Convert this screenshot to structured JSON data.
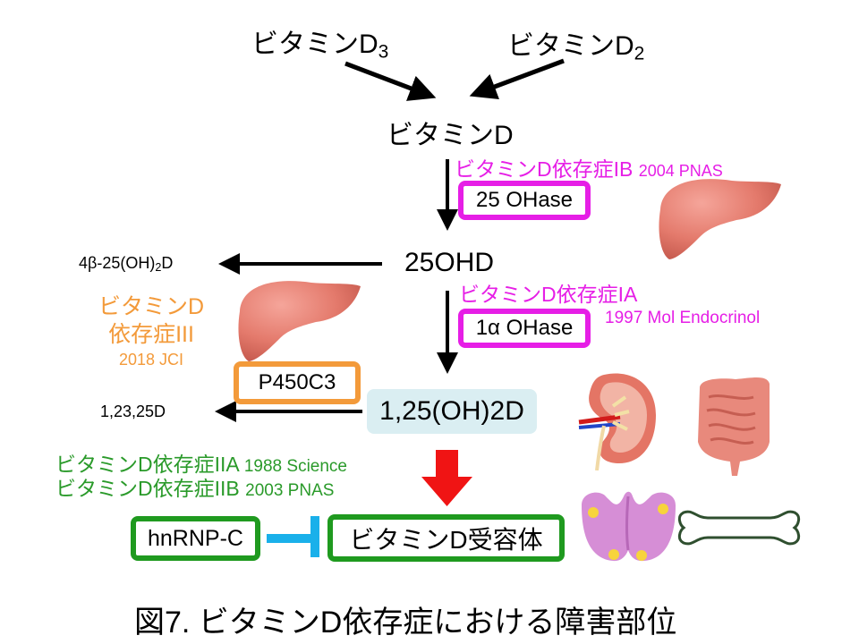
{
  "diagram": {
    "caption": "図7. ビタミンD依存症における障害部位",
    "nodes": {
      "vitd3": {
        "label": "ビタミンD",
        "sub": "3"
      },
      "vitd2": {
        "label": "ビタミンD",
        "sub": "2"
      },
      "vitd": {
        "label": "ビタミンD"
      },
      "ohd25": {
        "label": "25OHD"
      },
      "oh2d125": {
        "label": "1,25(OH)2D"
      },
      "beta": {
        "pre": "4β-25(OH)",
        "sub": "2",
        "post": "D"
      },
      "d12325": {
        "label": "1,23,25D"
      },
      "receptor": {
        "label": "ビタミンD受容体"
      },
      "hnrnpc": {
        "label": "hnRNP-C"
      }
    },
    "enzymes": {
      "oh25ase": {
        "label": "25 OHase"
      },
      "oh1aase": {
        "label": "1α OHase"
      },
      "p450c3": {
        "label": "P450C3"
      }
    },
    "annotations": {
      "ib": {
        "name": "ビタミンD依存症IB",
        "ref": "2004 PNAS",
        "color": "#e61ee6"
      },
      "ia": {
        "name": "ビタミンD依存症IA",
        "ref": "1997 Mol Endocrinol",
        "color": "#e61ee6"
      },
      "iii": {
        "line1": "ビタミンD",
        "line2": "依存症III",
        "ref": "2018 JCI",
        "color": "#f39a3a"
      },
      "iia": {
        "name": "ビタミンD依存症IIA",
        "ref": "1988 Science",
        "color": "#2a9a2a"
      },
      "iib": {
        "name": "ビタミンD依存症IIB",
        "ref": "2003 PNAS",
        "color": "#2a9a2a"
      }
    },
    "organs": [
      "liver-icon",
      "liver-icon",
      "kidney-icon",
      "intestine-icon",
      "parathyroid-icon",
      "bone-icon"
    ],
    "colors": {
      "magenta": "#e61ee6",
      "orange": "#f39a3a",
      "green": "#1f9a1f",
      "cyan_bg": "#daeef2",
      "red_arrow": "#f01414",
      "inhibit_blue": "#1ab0ea"
    }
  }
}
